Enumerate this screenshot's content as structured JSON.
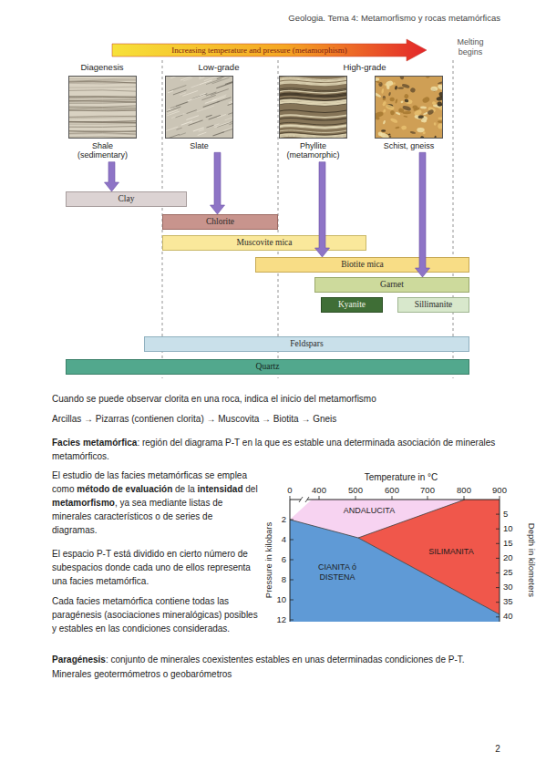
{
  "diagram": {
    "nodes": [
      {
        "text": [
          "Increasing temperature and pressure (metamorphism)"
        ]
      },
      {
        "text": [
          "Shale (sedimentary)"
        ]
      },
      {
        "text": [
          "Slate"
        ]
      },
      {
        "text": [
          "Phyllite (metamorphic)"
        ]
      },
      {
        "text": [
          "Schist, gneiss"
        ]
      },
      {
        "text": [
          "Clay"
        ]
      },
      {
        "text": [
          "Chlorite"
        ]
      },
      {
        "text": [
          "Muscovite mica"
        ]
      },
      {
        "text": [
          "Biotite mica"
        ]
      },
      {
        "text": [
          "Garnet"
        ]
      },
      {
        "text": [
          "Kyanite"
        ]
      },
      {
        "text": [
          "Sillimanite"
        ]
      },
      {
        "text": [
          "Feldspars"
        ]
      },
      {
        "text": [
          "Quartz"
        ]
      }
    ],
    "edges": [
      {
        "from": 1,
        "to": 5,
        "arrow": "to"
      },
      {
        "from": 2,
        "to": 6,
        "arrow": "to"
      },
      {
        "from": 3,
        "to": 8,
        "arrow": "to"
      },
      {
        "from": 4,
        "to": 9,
        "arrow": "to"
      }
    ],
    "labels": [
      "Geologia. Tema 4: Metamorfismo y rocas metamórficas",
      "Melting begins",
      "Diagenesis",
      "Low-grade",
      "High-grade",
      "Cuando se puede observar clorita en una roca, indica el inicio del metamorfismo",
      "Arcillas → Pizarras (contienen clorita) → Muscovita → Biotita → Gneis",
      "Facies metamórfica",
      ": región del diagrama P-T en la que es estable una determinada asociación de minerales metamórficos.",
      "El estudio de las facies metamórficas se emplea como",
      "método de evaluación",
      "de la",
      "intensidad",
      "del",
      "metamorfismo",
      ", ya sea mediante listas de minerales característicos o de series de diagramas.",
      "El espacio P-T está dividido en cierto número de subespacios donde cada uno de ellos representa una facies metamórfica.",
      "Cada facies metamórfica contiene todas las paragénesis (asociaciones mineralógicas) posibles y estables en las condiciones consideradas.",
      "Temperature in °C",
      "0",
      "400",
      "500",
      "600",
      "700",
      "800",
      "900",
      "Pressure in kilobars",
      "2",
      "4",
      "6",
      "8",
      "10",
      "12",
      "Depth in kilometers",
      "5",
      "10",
      "15",
      "20",
      "25",
      "30",
      "35",
      "40",
      "ANDALUCITA",
      "SILIMANITA",
      "CIANITA ó DISTENA",
      "Paragénesis",
      ": conjunto de minerales coexistentes estables en unas determinadas condiciones de P-T.",
      "Minerales geotermómetros o geobarómetros",
      "2"
    ]
  }
}
